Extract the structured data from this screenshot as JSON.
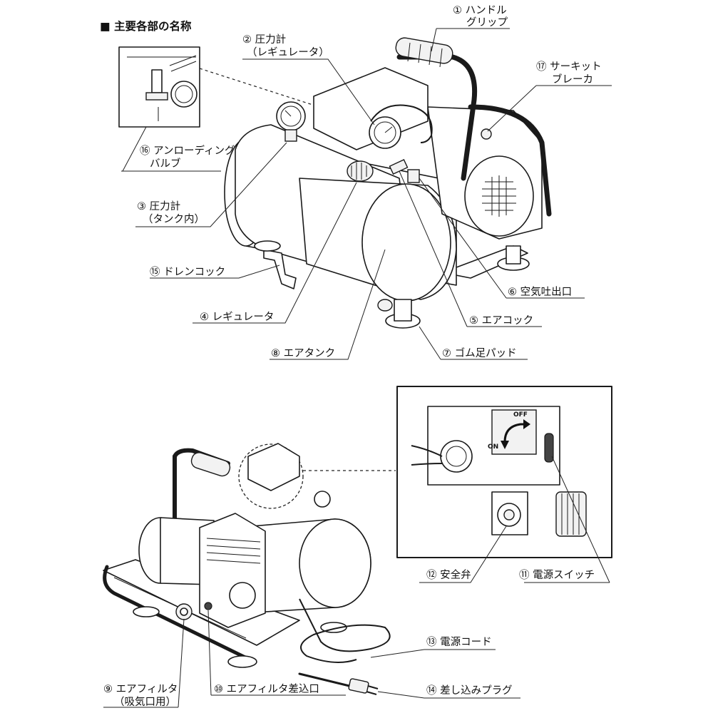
{
  "heading": "■ 主要各部の名称",
  "labels": {
    "p1a": "① ハンドル",
    "p1b": "グリップ",
    "p2a": "② 圧力計",
    "p2b": "（レギュレータ）",
    "p17a": "⑰ サーキット",
    "p17b": "ブレーカ",
    "p16a": "⑯ アンローディング",
    "p16b": "バルブ",
    "p3a": "③ 圧力計",
    "p3b": "（タンク内）",
    "p15": "⑮ ドレンコック",
    "p6": "⑥ 空気吐出口",
    "p4": "④ レギュレータ",
    "p5": "⑤ エアコック",
    "p8": "⑧ エアタンク",
    "p7": "⑦ ゴム足パッド",
    "p12": "⑫ 安全弁",
    "p11": "⑪ 電源スイッチ",
    "p13": "⑬ 電源コード",
    "p14": "⑭ 差し込みプラグ",
    "p9a": "⑨ エアフィルタ",
    "p9b": "（吸気口用）",
    "p10": "⑩ エアフィルタ差込口"
  },
  "switch": {
    "off": "OFF",
    "on": "ON"
  }
}
